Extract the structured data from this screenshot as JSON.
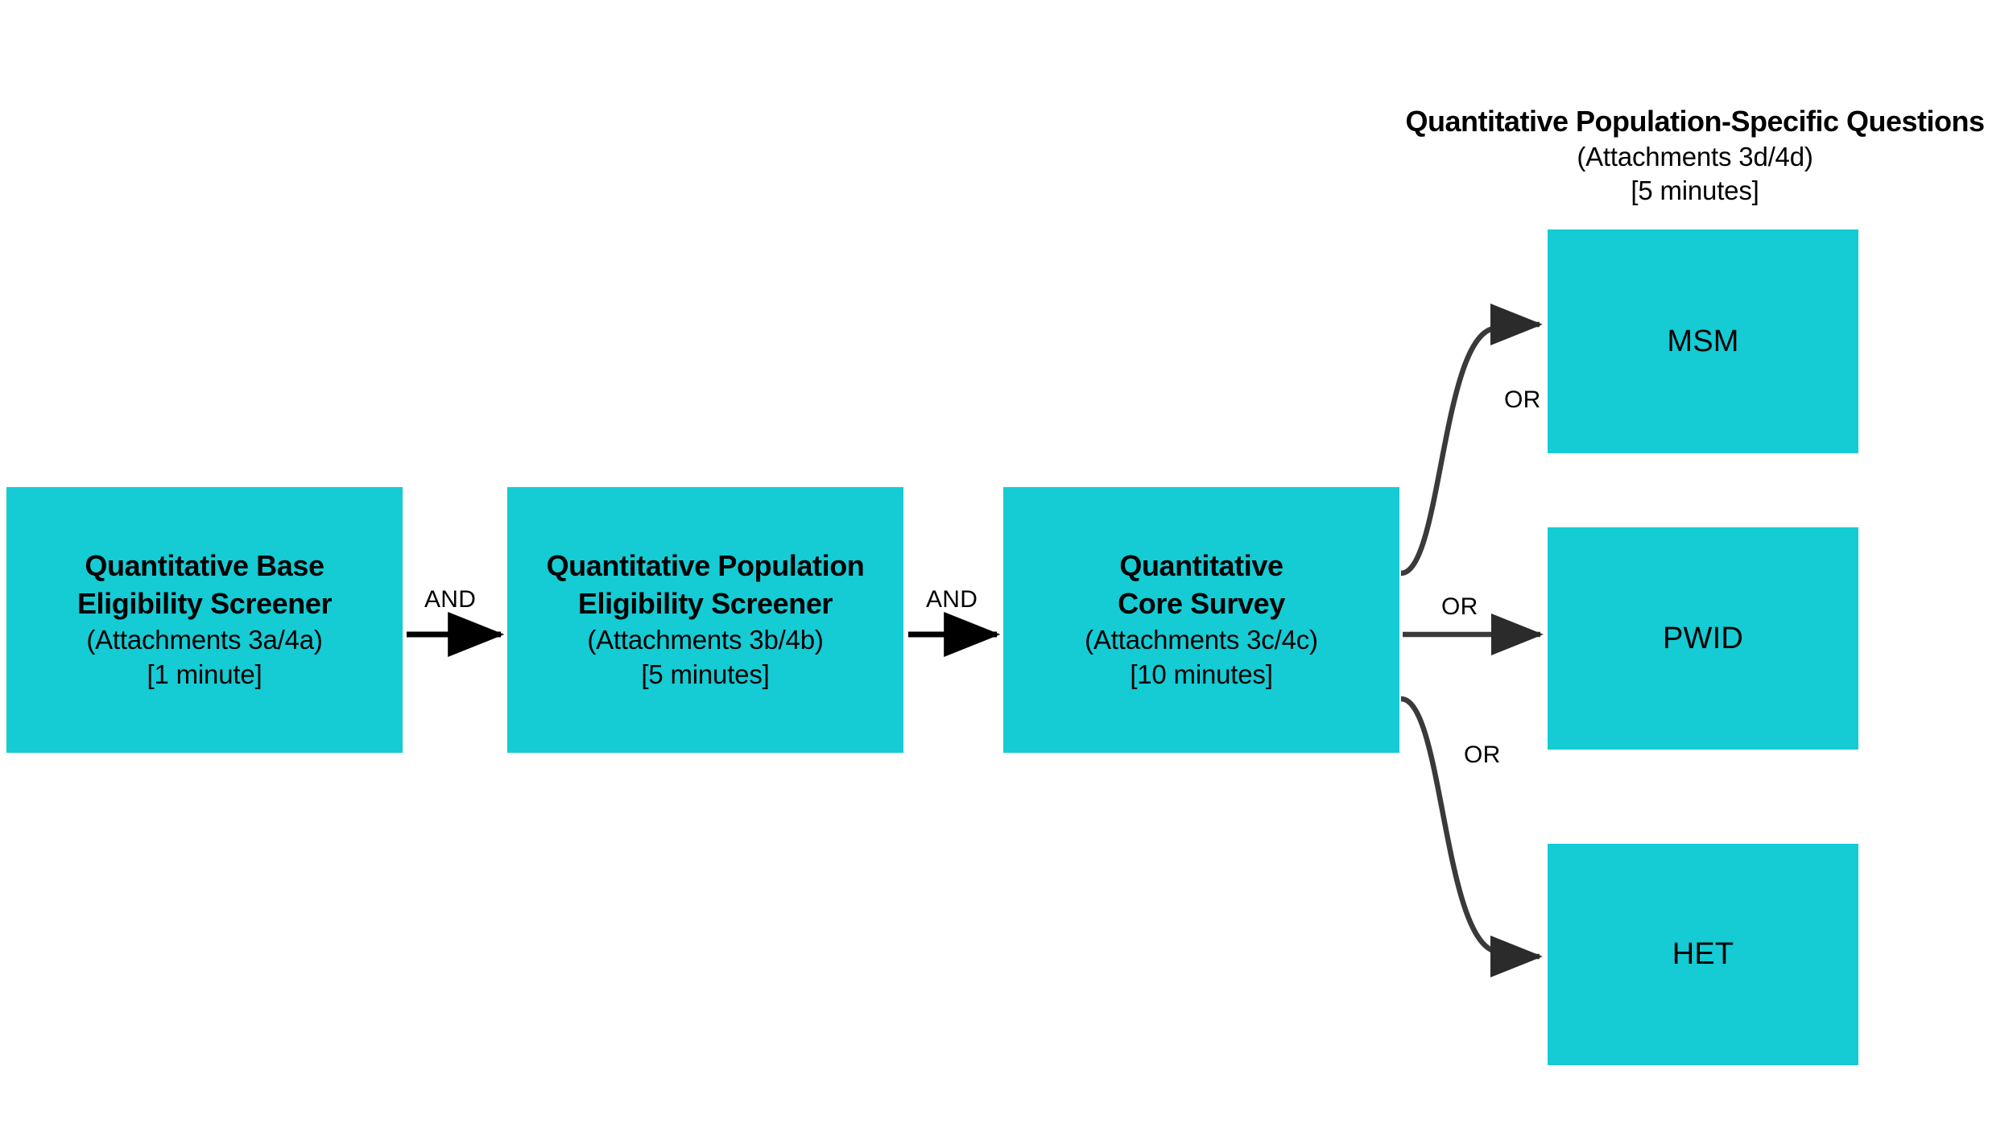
{
  "diagram": {
    "type": "flowchart",
    "background_color": "#FFFFFF",
    "node_fill_color": "#15CBD4",
    "arrow_color": "#000000",
    "curve_color": "#595959"
  },
  "flow": {
    "nodes": [
      {
        "id": "base-eligibility-screener",
        "title": "Quantitative Base\nEligibility Screener",
        "attachments": "(Attachments 3a/4a)",
        "duration": "[1 minute]"
      },
      {
        "id": "population-eligibility-screener",
        "title": "Quantitative Population\nEligibility Screener",
        "attachments": "(Attachments 3b/4b)",
        "duration": "[5 minutes]"
      },
      {
        "id": "core-survey",
        "title": "Quantitative\nCore Survey",
        "attachments": "(Attachments 3c/4c)",
        "duration": "[10 minutes]"
      }
    ],
    "connectors": [
      {
        "id": "base-to-population",
        "label": "AND",
        "style": "straight-arrow"
      },
      {
        "id": "population-to-core",
        "label": "AND",
        "style": "straight-arrow"
      },
      {
        "id": "core-to-msm",
        "label": "OR",
        "style": "curve-up-arrow"
      },
      {
        "id": "core-to-pwid",
        "label": "OR",
        "style": "straight-arrow"
      },
      {
        "id": "core-to-het",
        "label": "OR",
        "style": "curve-down-arrow"
      }
    ]
  },
  "population_group": {
    "header": {
      "title": "Quantitative Population-Specific Questions",
      "attachments": "(Attachments 3d/4d)",
      "duration": "[5 minutes]"
    },
    "options": [
      {
        "id": "msm",
        "label": "MSM"
      },
      {
        "id": "pwid",
        "label": "PWID"
      },
      {
        "id": "het",
        "label": "HET"
      }
    ]
  }
}
